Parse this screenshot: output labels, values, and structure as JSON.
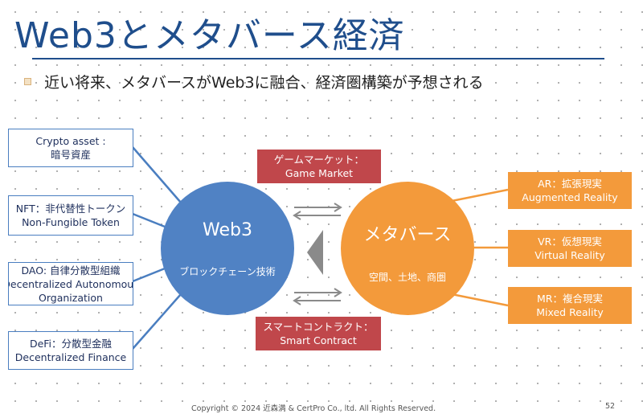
{
  "title": "Web3とメタバース経済",
  "bullet": "近い将来、メタバースがWeb3に融合、経済圏構築が予想される",
  "left_boxes": [
    {
      "line1": "Crypto asset :",
      "line2": "暗号資産"
    },
    {
      "line1": "NFT：非代替性トークン",
      "line2": "Non-Fungible Token"
    },
    {
      "line1": "DAO: 自律分散型組織",
      "line2": "Decentralized Autonomous",
      "line3": "Organization"
    },
    {
      "line1": "DeFi：分散型金融",
      "line2": "Decentralized Finance"
    }
  ],
  "web3": {
    "title": "Web3",
    "subtitle": "ブロックチェーン技術"
  },
  "metaverse": {
    "title": "メタバース",
    "subtitle": "空間、土地、商圏"
  },
  "red_boxes": {
    "game": {
      "line1": "ゲームマーケット：",
      "line2": "Game Market"
    },
    "contract": {
      "line1": "スマートコントラクト：",
      "line2": "Smart Contract"
    }
  },
  "right_boxes": [
    {
      "line1": "AR：拡張現実",
      "line2": "Augmented Reality"
    },
    {
      "line1": "VR：仮想現実",
      "line2": "Virtual Reality"
    },
    {
      "line1": "MR：複合現実",
      "line2": "Mixed Reality"
    }
  ],
  "footer": "Copyright © 2024 近森満 & CertPro Co., ltd. All Rights Reserved.",
  "page_number": "52",
  "colors": {
    "title": "#1f4e8c",
    "web3_circle": "#5082c4",
    "metaverse_circle": "#f39a3b",
    "red_box": "#c0474b",
    "left_box_border": "#4a7ec0",
    "arrow_gray": "#8a8a8a"
  }
}
